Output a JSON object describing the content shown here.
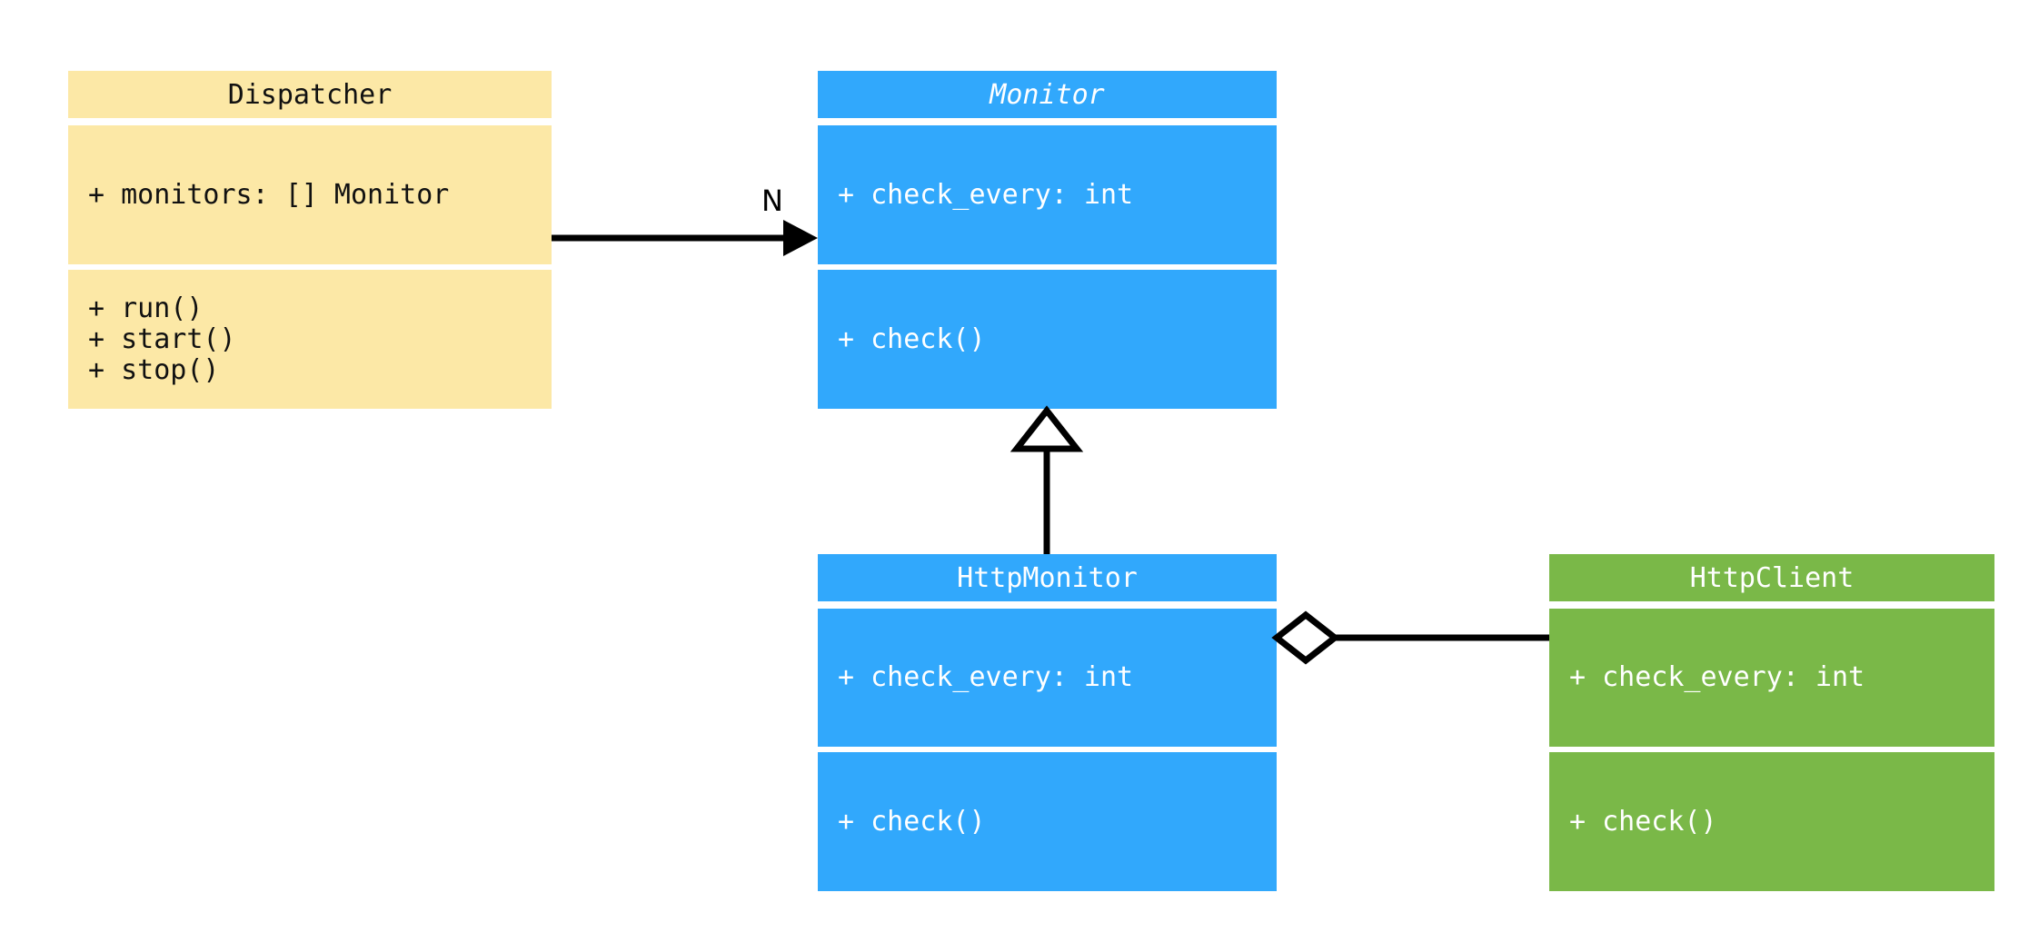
{
  "diagram": {
    "type": "uml-class-diagram",
    "background": "#ffffff",
    "palette": {
      "yellow": "#fce8a6",
      "blue": "#31a8fc",
      "green": "#7ab848",
      "line": "#000000",
      "text_dark": "#111111",
      "text_light": "#ffffff"
    }
  },
  "classes": {
    "dispatcher": {
      "name": "Dispatcher",
      "stereotype": "concrete",
      "color": "#fce8a6",
      "attributes": [
        "+ monitors: [] Monitor"
      ],
      "methods": [
        "+ run()",
        "+ start()",
        "+ stop()"
      ]
    },
    "monitor": {
      "name": "Monitor",
      "stereotype": "abstract",
      "color": "#31a8fc",
      "attributes": [
        "+ check_every: int"
      ],
      "methods": [
        "+ check()"
      ]
    },
    "http_monitor": {
      "name": "HttpMonitor",
      "stereotype": "concrete",
      "color": "#31a8fc",
      "attributes": [
        "+ check_every: int"
      ],
      "methods": [
        "+ check()"
      ]
    },
    "http_client": {
      "name": "HttpClient",
      "stereotype": "concrete",
      "color": "#7ab848",
      "attributes": [
        "+ check_every: int"
      ],
      "methods": [
        "+ check()"
      ]
    }
  },
  "relationships": {
    "dispatcher_to_monitor": {
      "kind": "association",
      "from": "Dispatcher",
      "to": "Monitor",
      "label": "N",
      "arrowhead": "filled-triangle"
    },
    "http_monitor_to_monitor": {
      "kind": "inheritance",
      "from": "HttpMonitor",
      "to": "Monitor",
      "label": "",
      "arrowhead": "hollow-triangle"
    },
    "http_monitor_to_http_client": {
      "kind": "aggregation",
      "from": "HttpMonitor",
      "to": "HttpClient",
      "label": "",
      "arrowhead": "hollow-diamond"
    }
  }
}
